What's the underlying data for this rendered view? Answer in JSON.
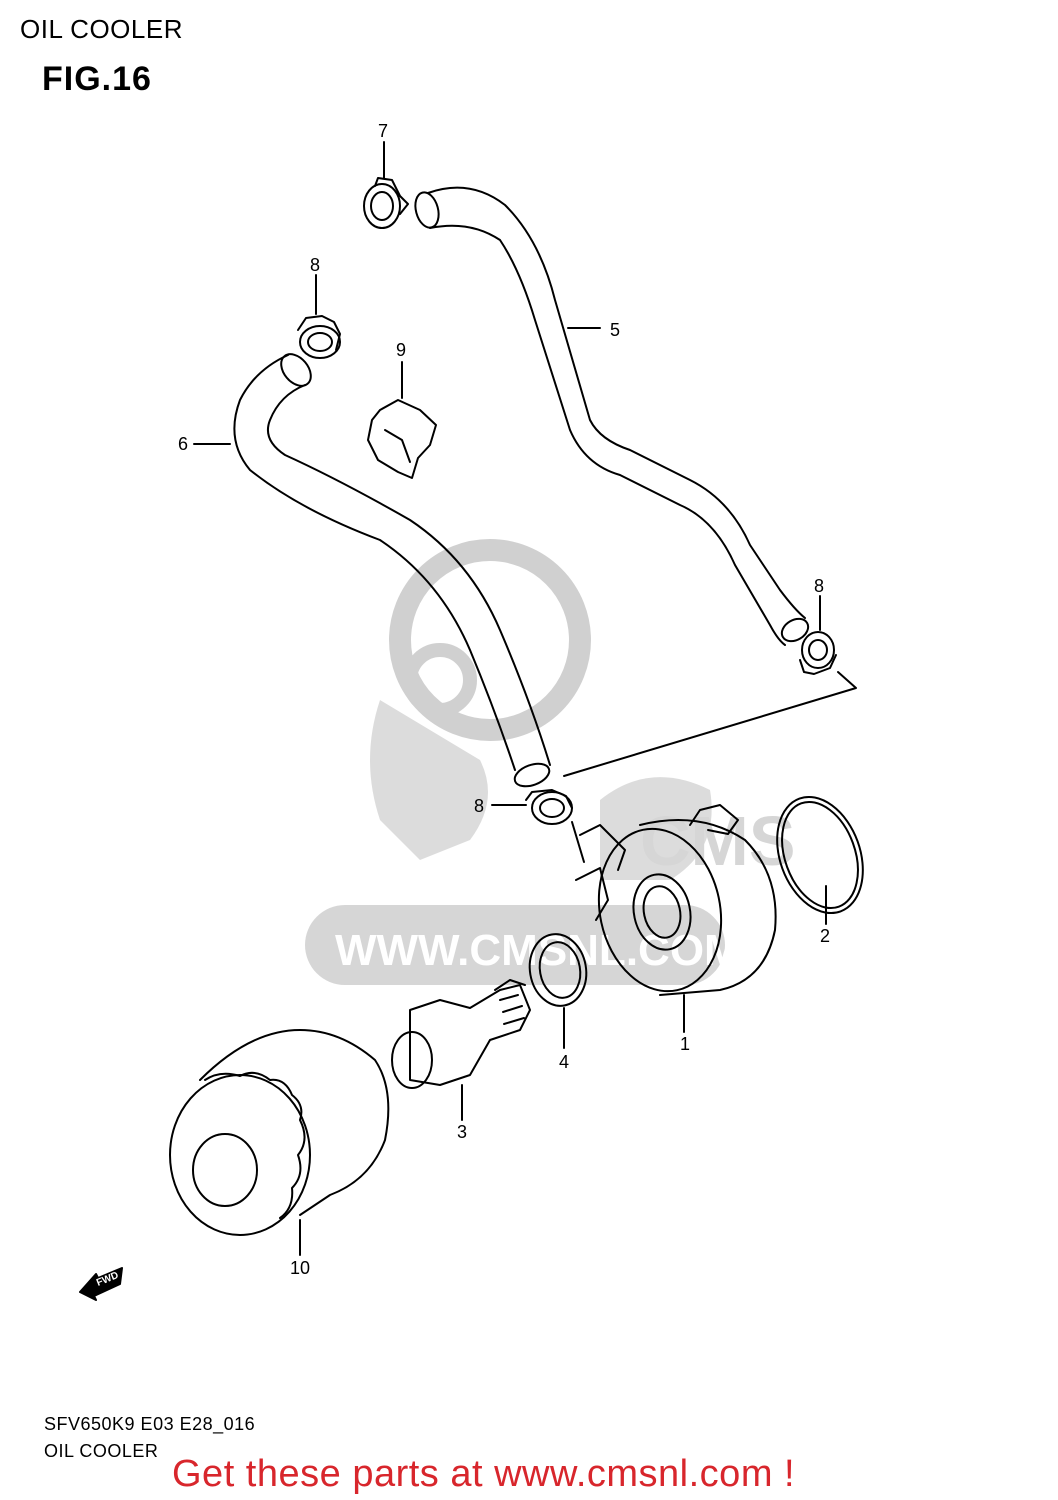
{
  "header": {
    "title": "OIL COOLER",
    "figure": "FIG.16"
  },
  "watermark": {
    "text": "WWW.CMSNL.COM",
    "logo_text": "CMS"
  },
  "parts": [
    {
      "number": "1"
    },
    {
      "number": "2"
    },
    {
      "number": "3"
    },
    {
      "number": "4"
    },
    {
      "number": "5"
    },
    {
      "number": "6"
    },
    {
      "number": "7"
    },
    {
      "number": "8"
    },
    {
      "number": "9"
    },
    {
      "number": "10"
    }
  ],
  "fwd_arrow": {
    "label": "FWD"
  },
  "footer": {
    "code": "SFV650K9 E03 E28_016",
    "title": "OIL COOLER",
    "promo": "Get these parts at www.cmsnl.com !"
  },
  "colors": {
    "promo": "#d8262c",
    "watermark": "#cccccc",
    "line": "#000000"
  }
}
